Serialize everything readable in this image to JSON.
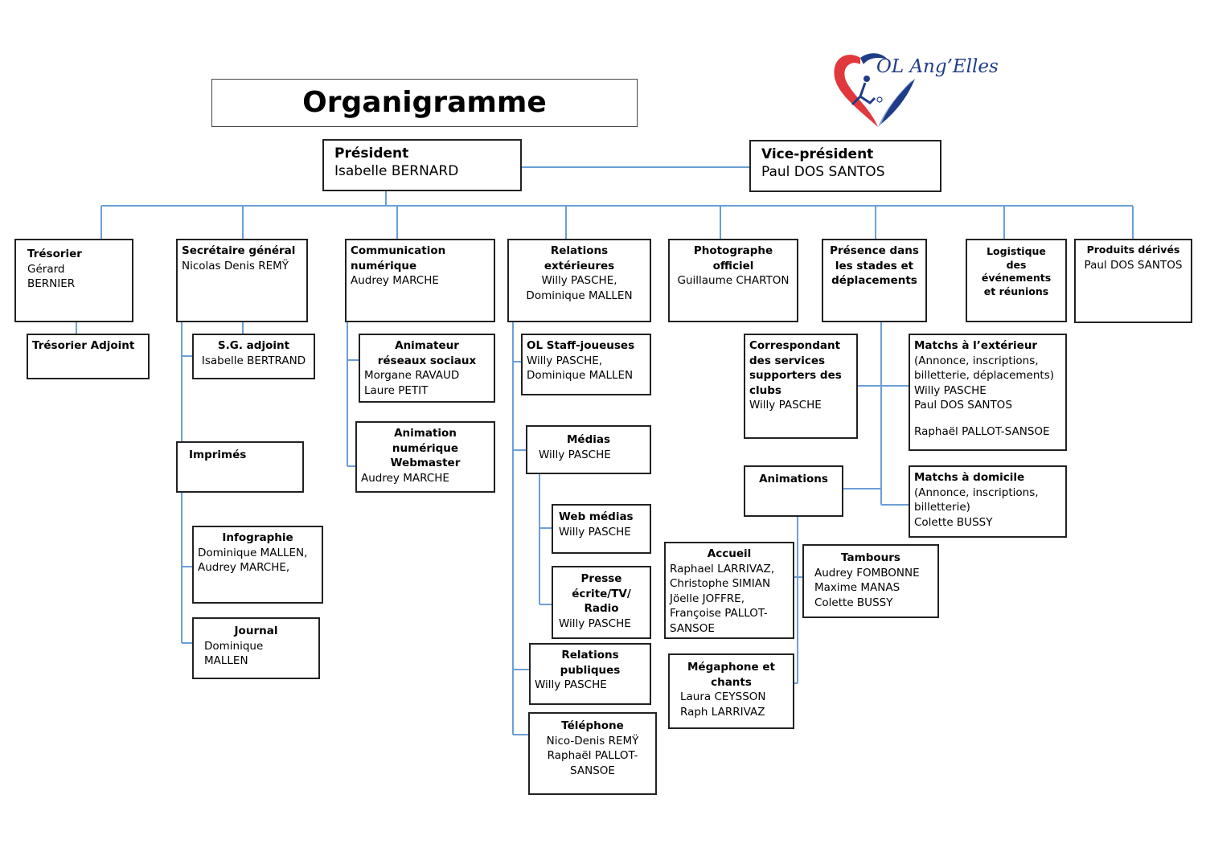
{
  "title": "Organigramme",
  "logo": {
    "text": "OL Ang'Elles",
    "colors": [
      "#e0383c",
      "#1f3c88",
      "#8fa8e0"
    ]
  },
  "line_color": "#6a9fd8",
  "president": {
    "title": "Président",
    "name": "Isabelle BERNARD"
  },
  "vice_president": {
    "title": "Vice-président",
    "name": "Paul DOS SANTOS"
  },
  "tresorier": {
    "title": "Trésorier",
    "name1": "Gérard",
    "name2": "BERNIER"
  },
  "tresorier_adjoint": {
    "title": "Trésorier Adjoint"
  },
  "secretaire": {
    "title": "Secrétaire général",
    "name": "Nicolas Denis REMŸ"
  },
  "sg_adjoint": {
    "title": "S.G. adjoint",
    "name": "Isabelle BERTRAND"
  },
  "imprimes": {
    "title": "Imprimés"
  },
  "infographie": {
    "title": "Infographie",
    "name1": "Dominique MALLEN,",
    "name2": "Audrey MARCHE,"
  },
  "journal": {
    "title": "Journal",
    "name1": "Dominique",
    "name2": "MALLEN"
  },
  "communication": {
    "title1": "Communication",
    "title2": "numérique",
    "name": "Audrey MARCHE"
  },
  "animateur": {
    "title1": "Animateur",
    "title2": "réseaux sociaux",
    "name1": "Morgane RAVAUD",
    "name2": "Laure PETIT"
  },
  "animation_num": {
    "title1": "Animation",
    "title2": "numérique",
    "title3": "Webmaster",
    "name": "Audrey MARCHE"
  },
  "relations_ext": {
    "title1": "Relations",
    "title2": "extérieures",
    "name1": "Willy PASCHE,",
    "name2": "Dominique MALLEN"
  },
  "ol_staff": {
    "title": "OL Staff-joueuses",
    "name1": "Willy PASCHE,",
    "name2": "Dominique MALLEN"
  },
  "medias": {
    "title": "Médias",
    "name": "Willy PASCHE"
  },
  "web_medias": {
    "title": "Web médias",
    "name": "Willy PASCHE"
  },
  "presse": {
    "title1": "Presse",
    "title2": "écrite/TV/",
    "title3": "Radio",
    "name": "Willy PASCHE"
  },
  "relations_pub": {
    "title1": "Relations",
    "title2": "publiques",
    "name": "Willy PASCHE"
  },
  "telephone": {
    "title": "Téléphone",
    "name1": "Nico-Denis REMŸ",
    "name2": "Raphaël PALLOT-",
    "name3": "SANSOE"
  },
  "photographe": {
    "title1": "Photographe",
    "title2": "officiel",
    "name": "Guillaume CHARTON"
  },
  "presence": {
    "title1": "Présence dans",
    "title2": "les stades et",
    "title3": "déplacements"
  },
  "correspondant": {
    "title1": "Correspondant",
    "title2": "des services",
    "title3": "supporters des",
    "title4": "clubs",
    "name": "Willy PASCHE"
  },
  "animations": {
    "title": "Animations"
  },
  "accueil": {
    "title": "Accueil",
    "name1": "Raphael LARRIVAZ,",
    "name2": "Christophe SIMIAN",
    "name3": "Jöelle JOFFRE,",
    "name4": "Françoise PALLOT-",
    "name5": "SANSOE"
  },
  "megaphone": {
    "title1": "Mégaphone et",
    "title2": "chants",
    "name1": "Laura CEYSSON",
    "name2": "Raph LARRIVAZ"
  },
  "tambours": {
    "title": "Tambours",
    "name1": "Audrey FOMBONNE",
    "name2": "Maxime MANAS",
    "name3": "Colette BUSSY"
  },
  "matchs_ext": {
    "title": "Matchs à l’extérieur",
    "line1": "(Annonce, inscriptions,",
    "line2": "billetterie, déplacements)",
    "name1": "Willy PASCHE",
    "name2": "Paul DOS SANTOS",
    "name3": "Raphaël PALLOT-SANSOE"
  },
  "matchs_dom": {
    "title": "Matchs à domicile",
    "line1": "(Annonce, inscriptions,",
    "line2": "billetterie)",
    "name": "Colette BUSSY"
  },
  "logistique": {
    "title1": "Logistique",
    "title2": "des",
    "title3": "événements",
    "title4": "et réunions"
  },
  "produits": {
    "title": "Produits dérivés",
    "name": "Paul DOS SANTOS"
  }
}
